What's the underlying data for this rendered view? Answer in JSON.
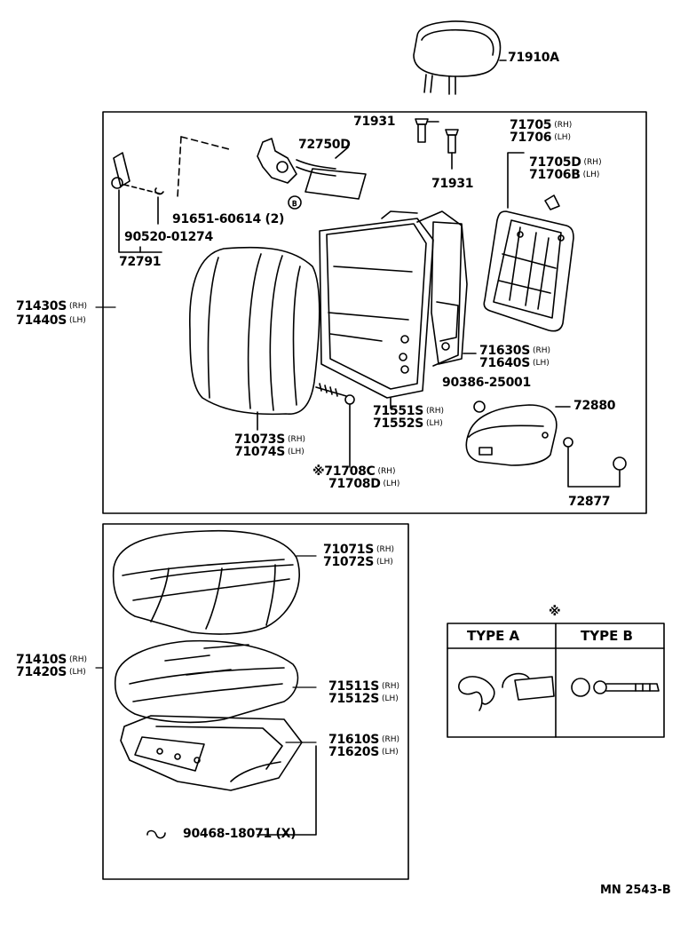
{
  "parts": {
    "headrest": "71910A",
    "p71931_top": "71931",
    "p71931_bottom": "71931",
    "p72750D": "72750D",
    "p71705": {
      "code": "71705",
      "side": "(RH)"
    },
    "p71706": {
      "code": "71706",
      "side": "(LH)"
    },
    "p71705D": {
      "code": "71705D",
      "side": "(RH)"
    },
    "p71706B": {
      "code": "71706B",
      "side": "(LH)"
    },
    "p91651": "91651-60614 (2)",
    "p90520": "90520-01274",
    "p72791": "72791",
    "p71430S": {
      "code": "71430S",
      "side": "(RH)"
    },
    "p71440S": {
      "code": "71440S",
      "side": "(LH)"
    },
    "p71630S": {
      "code": "71630S",
      "side": "(RH)"
    },
    "p71640S": {
      "code": "71640S",
      "side": "(LH)"
    },
    "p90386": "90386-25001",
    "p72880": "72880",
    "p71551S": {
      "code": "71551S",
      "side": "(RH)"
    },
    "p71552S": {
      "code": "71552S",
      "side": "(LH)"
    },
    "p71073S": {
      "code": "71073S",
      "side": "(RH)"
    },
    "p71074S": {
      "code": "71074S",
      "side": "(LH)"
    },
    "p71708C": {
      "code": "※71708C",
      "side": "(RH)"
    },
    "p71708D": {
      "code": "71708D",
      "side": "(LH)"
    },
    "p72877": "72877",
    "p71071S": {
      "code": "71071S",
      "side": "(RH)"
    },
    "p71072S": {
      "code": "71072S",
      "side": "(LH)"
    },
    "p71410S": {
      "code": "71410S",
      "side": "(RH)"
    },
    "p71420S": {
      "code": "71420S",
      "side": "(LH)"
    },
    "p71511S": {
      "code": "71511S",
      "side": "(RH)"
    },
    "p71512S": {
      "code": "71512S",
      "side": "(LH)"
    },
    "p71610S": {
      "code": "71610S",
      "side": "(RH)"
    },
    "p71620S": {
      "code": "71620S",
      "side": "(LH)"
    },
    "p90468": "90468-18071 (X)"
  },
  "type_table": {
    "marker": "※",
    "type_a": "TYPE A",
    "type_b": "TYPE B"
  },
  "footer": "MN 2543-B"
}
